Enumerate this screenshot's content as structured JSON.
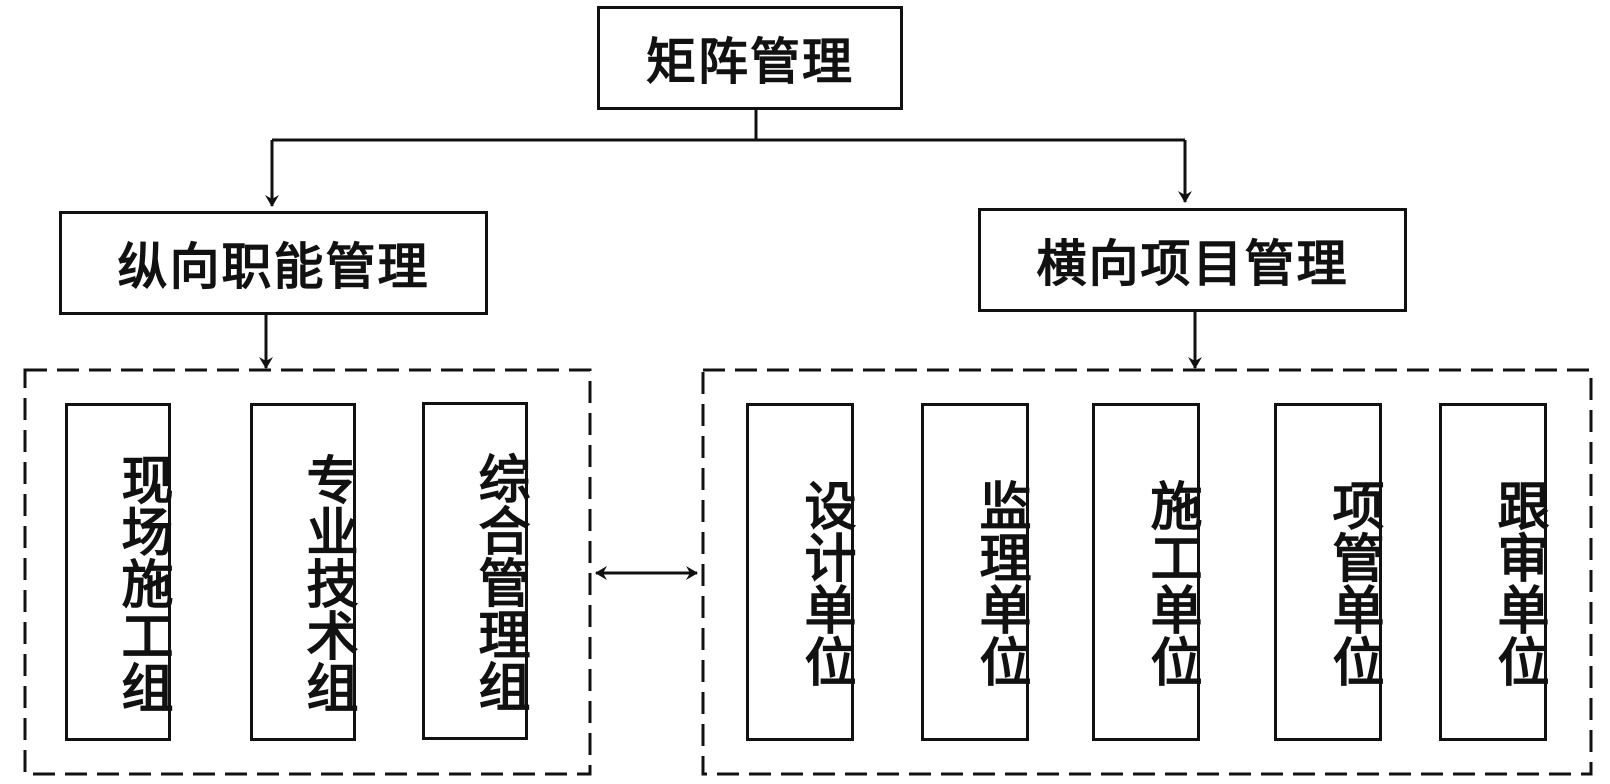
{
  "root": {
    "label": "矩阵管理"
  },
  "left_branch": {
    "label": "纵向职能管理",
    "groups": [
      {
        "label": "现场施工组"
      },
      {
        "label": "专业技术组"
      },
      {
        "label": "综合管理组"
      }
    ]
  },
  "right_branch": {
    "label": "横向项目管理",
    "units": [
      {
        "label": "设计单位"
      },
      {
        "label": "监理单位"
      },
      {
        "label": "施工单位"
      },
      {
        "label": "项管单位"
      },
      {
        "label": "跟审单位"
      }
    ]
  },
  "colors": {
    "line": "#111111",
    "background": "#ffffff"
  }
}
